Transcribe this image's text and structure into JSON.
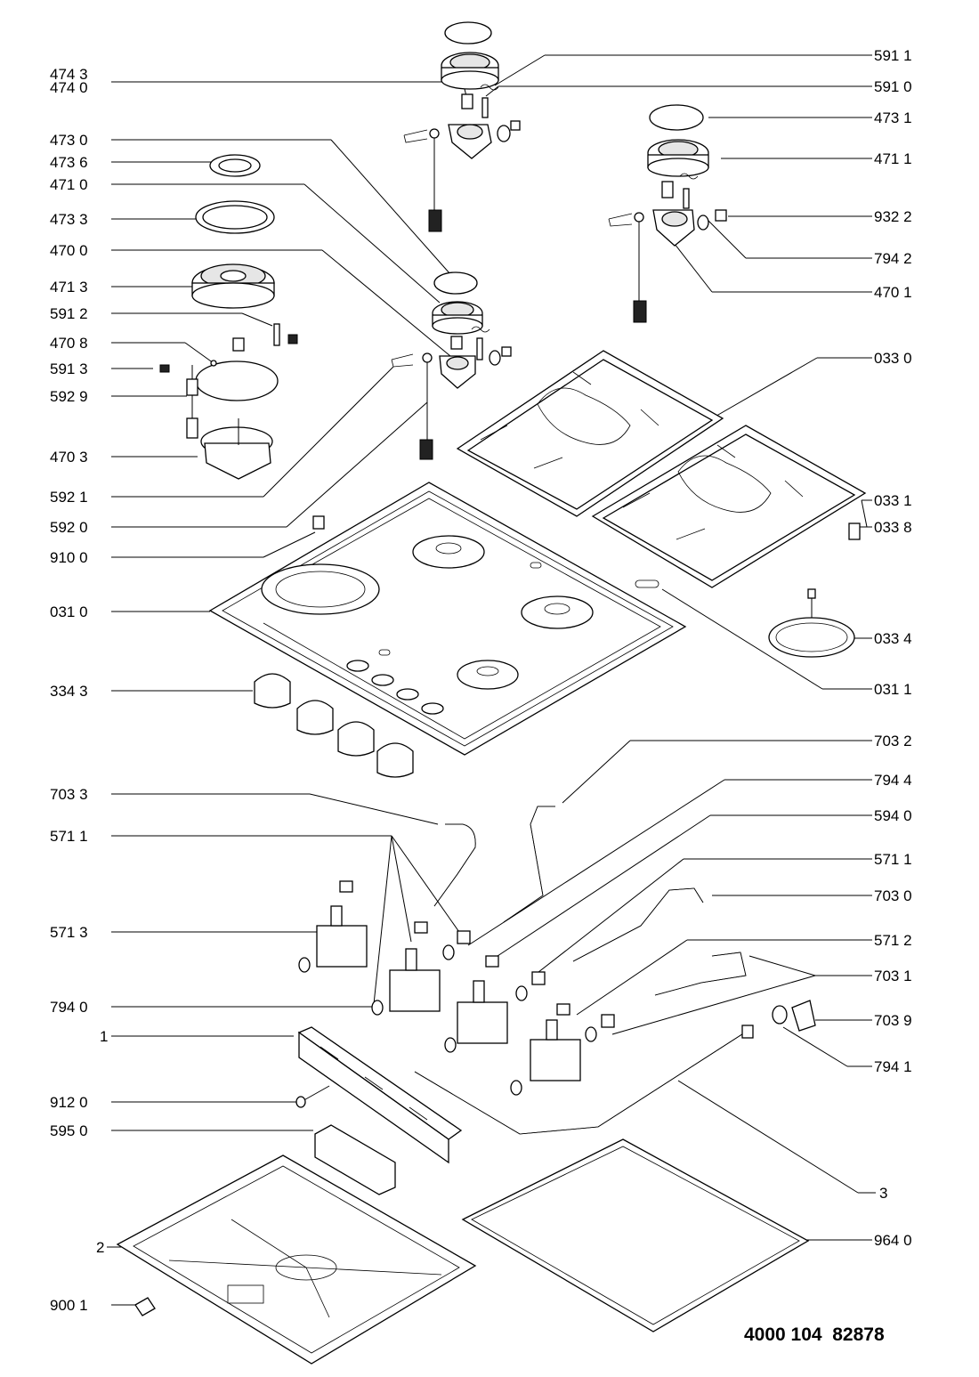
{
  "labels_left": [
    {
      "id": "l-474-3",
      "text": "474 3"
    },
    {
      "id": "l-474-0",
      "text": "474 0"
    },
    {
      "id": "l-473-0",
      "text": "473 0"
    },
    {
      "id": "l-473-6",
      "text": "473 6"
    },
    {
      "id": "l-471-0",
      "text": "471 0"
    },
    {
      "id": "l-473-3",
      "text": "473 3"
    },
    {
      "id": "l-470-0",
      "text": "470 0"
    },
    {
      "id": "l-471-3",
      "text": "471 3"
    },
    {
      "id": "l-591-2",
      "text": "591 2"
    },
    {
      "id": "l-470-8",
      "text": "470 8"
    },
    {
      "id": "l-591-3",
      "text": "591 3"
    },
    {
      "id": "l-592-9",
      "text": "592 9"
    },
    {
      "id": "l-470-3",
      "text": "470 3"
    },
    {
      "id": "l-592-1",
      "text": "592 1"
    },
    {
      "id": "l-592-0",
      "text": "592 0"
    },
    {
      "id": "l-910-0",
      "text": "910 0"
    },
    {
      "id": "l-031-0",
      "text": "031 0"
    },
    {
      "id": "l-334-3",
      "text": "334 3"
    },
    {
      "id": "l-703-3",
      "text": "703 3"
    },
    {
      "id": "l-571-1a",
      "text": "571 1"
    },
    {
      "id": "l-571-3",
      "text": "571 3"
    },
    {
      "id": "l-794-0",
      "text": "794 0"
    },
    {
      "id": "l-1",
      "text": "1"
    },
    {
      "id": "l-912-0",
      "text": "912 0"
    },
    {
      "id": "l-595-0",
      "text": "595 0"
    },
    {
      "id": "l-2",
      "text": "2"
    },
    {
      "id": "l-900-1",
      "text": "900 1"
    }
  ],
  "labels_right": [
    {
      "id": "r-591-1",
      "text": "591 1"
    },
    {
      "id": "r-591-0",
      "text": "591 0"
    },
    {
      "id": "r-473-1",
      "text": "473 1"
    },
    {
      "id": "r-471-1",
      "text": "471 1"
    },
    {
      "id": "r-932-2",
      "text": "932 2"
    },
    {
      "id": "r-794-2",
      "text": "794 2"
    },
    {
      "id": "r-470-1",
      "text": "470 1"
    },
    {
      "id": "r-033-0",
      "text": "033 0"
    },
    {
      "id": "r-033-1",
      "text": "033 1"
    },
    {
      "id": "r-033-8",
      "text": "033 8"
    },
    {
      "id": "r-033-4",
      "text": "033 4"
    },
    {
      "id": "r-031-1",
      "text": "031 1"
    },
    {
      "id": "r-703-2",
      "text": "703 2"
    },
    {
      "id": "r-794-4",
      "text": "794 4"
    },
    {
      "id": "r-594-0",
      "text": "594 0"
    },
    {
      "id": "r-571-1b",
      "text": "571 1"
    },
    {
      "id": "r-703-0",
      "text": "703 0"
    },
    {
      "id": "r-571-2",
      "text": "571 2"
    },
    {
      "id": "r-703-1",
      "text": "703 1"
    },
    {
      "id": "r-703-9",
      "text": "703 9"
    },
    {
      "id": "r-794-1",
      "text": "794 1"
    },
    {
      "id": "r-3",
      "text": "3"
    },
    {
      "id": "r-964-0",
      "text": "964 0"
    }
  ],
  "document_code": "4000 104  82878"
}
